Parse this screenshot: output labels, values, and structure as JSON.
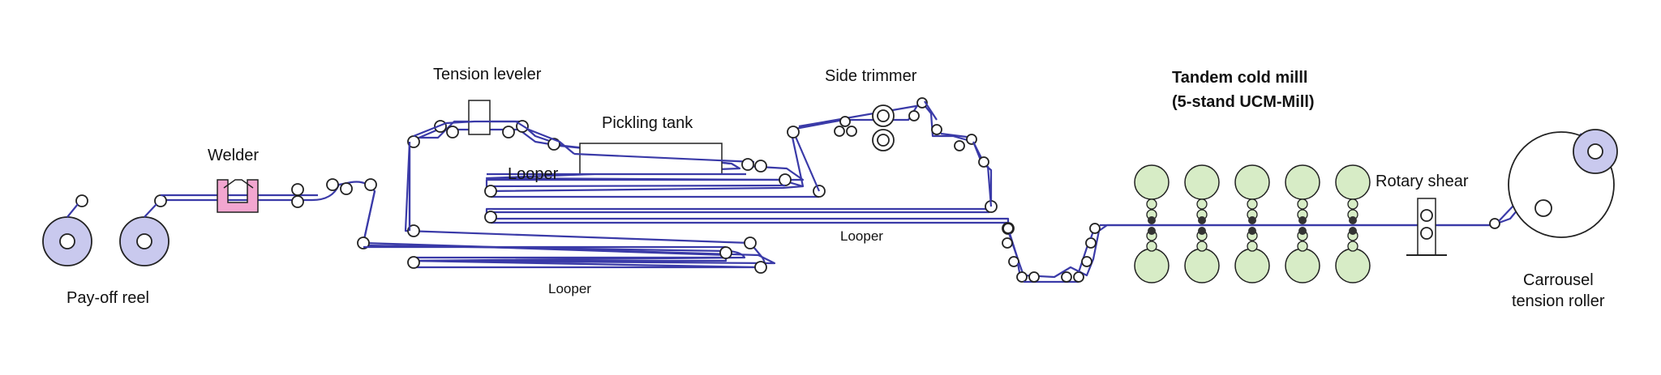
{
  "labels": {
    "payoff_reel": "Pay-off reel",
    "welder": "Welder",
    "tension_leveler": "Tension leveler",
    "pickling_tank": "Pickling tank",
    "looper_upper": "Looper",
    "looper_middle": "Looper",
    "looper_lower": "Looper",
    "side_trimmer": "Side trimmer",
    "tandem_mill_line1": "Tandem cold milll",
    "tandem_mill_line2": "(5-stand UCM-Mill)",
    "rotary_shear": "Rotary shear",
    "carrousel_line1": "Carrousel",
    "carrousel_line2": "tension roller"
  },
  "colors": {
    "strip": "#3a3aa8",
    "reel_fill": "#c9c9ee",
    "welder_fill": "#f2a6d0",
    "mill_roll_fill": "#d7ecc6",
    "outline": "#222222"
  },
  "mill": {
    "stand_count": 5
  }
}
